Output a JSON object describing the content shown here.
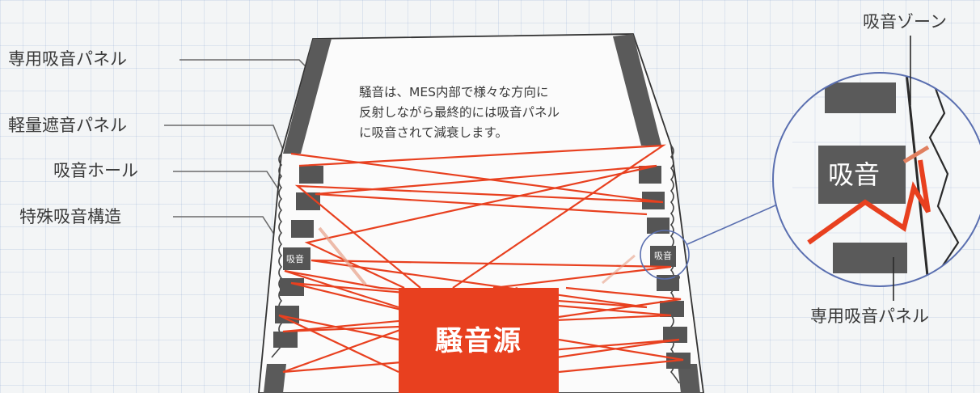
{
  "labels": {
    "panel_left": "専用吸音パネル",
    "lightweight": "軽量遮音パネル",
    "hole": "吸音ホール",
    "special": "特殊吸音構造",
    "zone": "吸音ゾーン",
    "panel_right": "専用吸音パネル"
  },
  "description": {
    "line1": "騒音は、MES内部で様々な方向に",
    "line2": "反射しながら最終的には吸音パネル",
    "line3": "に吸音されて減衰します。"
  },
  "source": "騒音源",
  "absorb_tag": "吸音",
  "colors": {
    "accent_red": "#e8401f",
    "panel_dark": "#555555",
    "zoom_circle": "#5a6fb0"
  }
}
